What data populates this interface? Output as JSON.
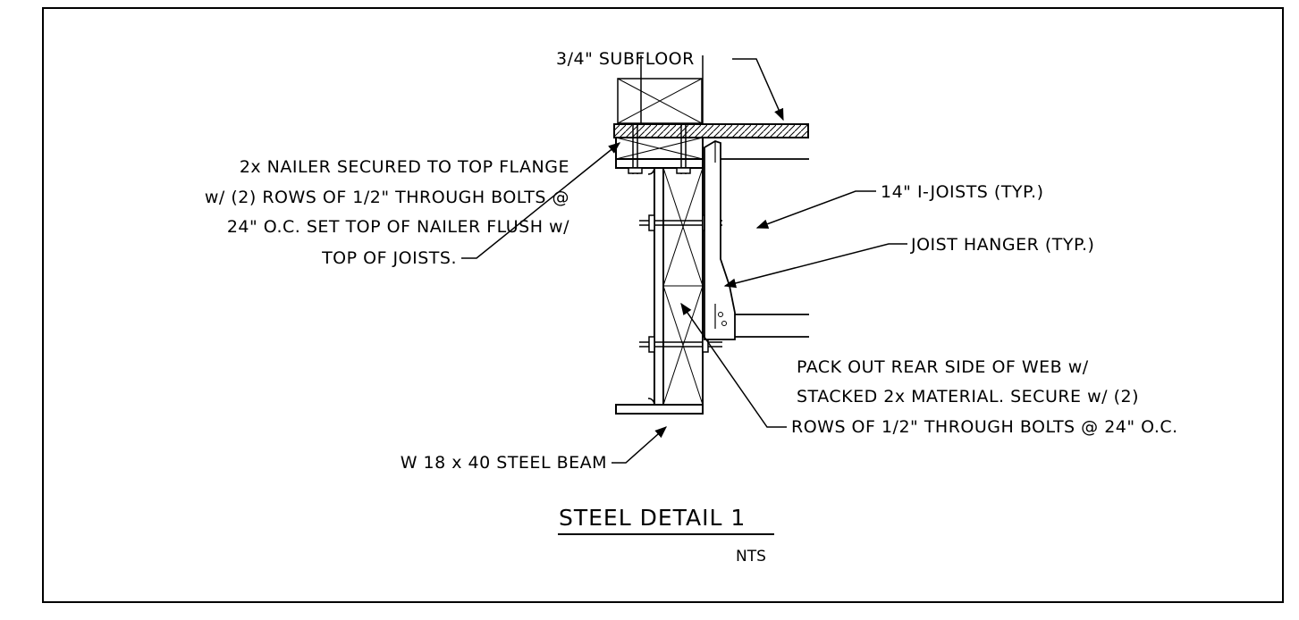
{
  "labels": {
    "subfloor": "3/4\" SUBFLOOR",
    "nailer": [
      "2x NAILER SECURED TO TOP FLANGE",
      "w/ (2) ROWS OF 1/2\" THROUGH BOLTS @",
      "24\" O.C. SET TOP OF NAILER FLUSH w/",
      "TOP OF JOISTS."
    ],
    "i_joists": "14\" I-JOISTS (TYP.)",
    "joist_hanger": "JOIST HANGER (TYP.)",
    "pack_out": [
      "PACK OUT REAR SIDE OF WEB w/",
      "STACKED 2x MATERIAL. SECURE w/ (2)",
      "ROWS OF 1/2\" THROUGH BOLTS @ 24\" O.C."
    ],
    "beam": "W 18 x 40 STEEL BEAM"
  },
  "title": {
    "text": "STEEL DETAIL 1",
    "scale": "NTS"
  },
  "colors": {
    "ink": "#000000",
    "paper": "#ffffff"
  }
}
